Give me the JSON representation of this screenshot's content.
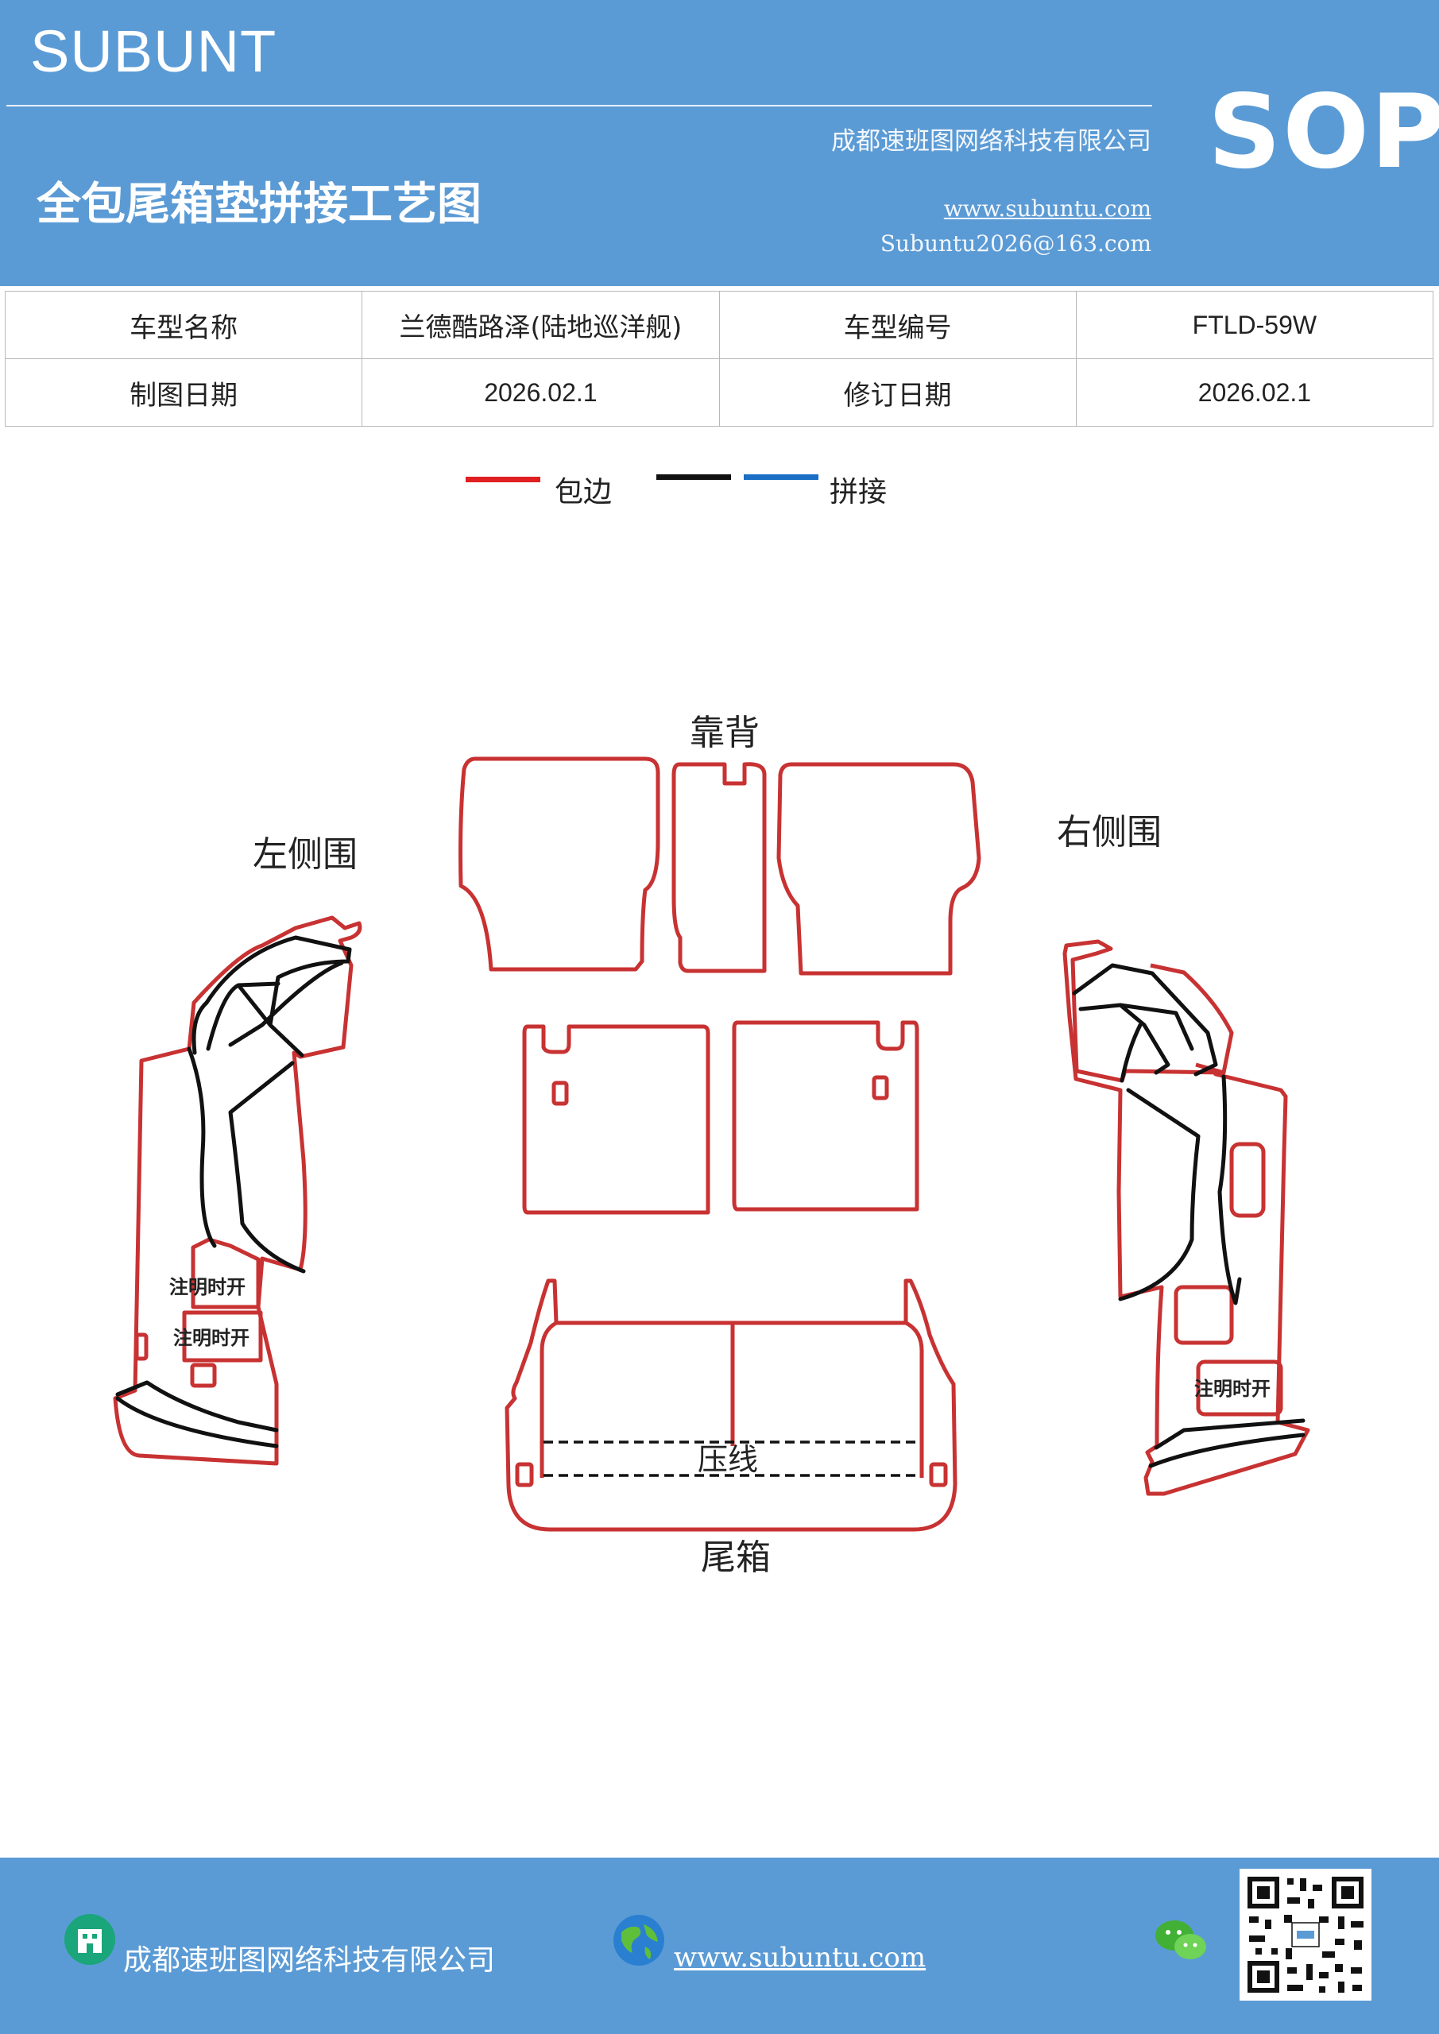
{
  "header": {
    "brand": "SUBUNT",
    "company": "成都速班图网络科技有限公司",
    "title": "全包尾箱垫拼接工艺图",
    "badge": "SOP",
    "website": "www.subuntu.com",
    "email": "Subuntu2026@163.com",
    "bg_color": "#5b9bd5"
  },
  "info_table": {
    "rows": [
      [
        {
          "label": "车型名称"
        },
        {
          "value": "兰德酷路泽(陆地巡洋舰)"
        },
        {
          "label": "车型编号"
        },
        {
          "value": "FTLD-59W"
        }
      ],
      [
        {
          "label": "制图日期"
        },
        {
          "value": "2026.02.1"
        },
        {
          "label": "修订日期"
        },
        {
          "value": "2026.02.1"
        }
      ]
    ]
  },
  "legend": {
    "items": [
      {
        "label": "包边",
        "colors": [
          "#e02020"
        ]
      },
      {
        "label": "拼接",
        "colors": [
          "#111111",
          "#1a6fc4"
        ]
      }
    ]
  },
  "diagram": {
    "labels": {
      "backrest": "靠背",
      "left_side": "左侧围",
      "right_side": "右侧围",
      "trunk": "尾箱",
      "press_line": "压线",
      "note_1": "注明时开",
      "note_2": "注明时开",
      "note_3": "注明时开"
    },
    "colors": {
      "edge": "#c83232",
      "seam": "#111111"
    }
  },
  "footer": {
    "company": "成都速班图网络科技有限公司",
    "website": "www.subuntu.com",
    "icons": [
      "building-icon",
      "globe-icon",
      "wechat-icon",
      "qr-code"
    ]
  }
}
